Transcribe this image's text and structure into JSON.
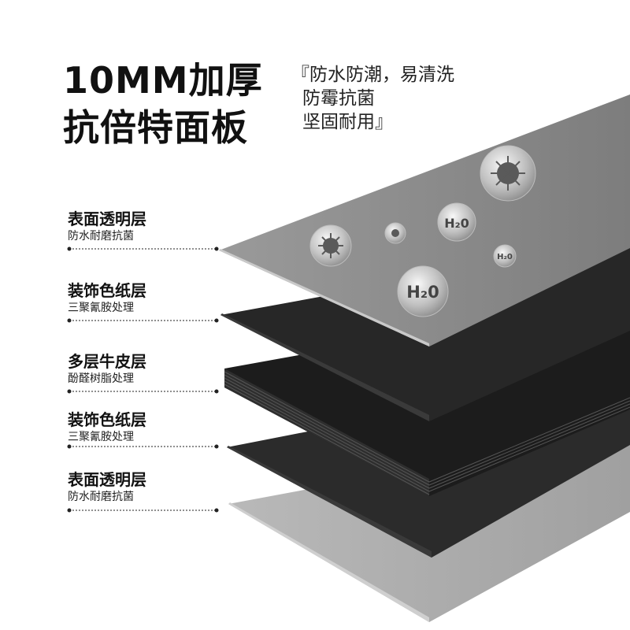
{
  "headline": {
    "line1": "10MM加厚",
    "line2": "抗倍特面板"
  },
  "features": {
    "line1": "『防水防潮，易清洗",
    "line2": "防霉抗菌",
    "line3": "坚固耐用』"
  },
  "layers": [
    {
      "title": "表面透明层",
      "subtitle": "防水耐磨抗菌"
    },
    {
      "title": "装饰色纸层",
      "subtitle": "三聚氰胺处理"
    },
    {
      "title": "多层牛皮层",
      "subtitle": "酚醛树脂处理"
    },
    {
      "title": "装饰色纸层",
      "subtitle": "三聚氰胺处理"
    },
    {
      "title": "表面透明层",
      "subtitle": "防水耐磨抗菌"
    }
  ],
  "bubbles": [
    {
      "kind": "germ"
    },
    {
      "kind": "germ"
    },
    {
      "kind": "germ"
    },
    {
      "kind": "water",
      "text": "H₂0"
    },
    {
      "kind": "water",
      "text": "H₂0"
    },
    {
      "kind": "water",
      "text": "H₂0"
    }
  ],
  "colors": {
    "top_clear_layer": "#8e8e8e",
    "decor_paper": "#2b2b2b",
    "kraft_core": "#1a1a1a",
    "bottom_clear_layer": "#a8a8a8",
    "text": "#111111"
  }
}
